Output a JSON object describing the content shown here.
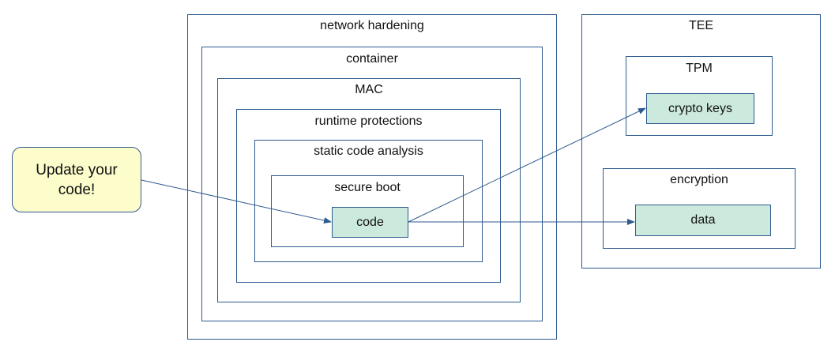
{
  "colors": {
    "border": "#2e5b8f",
    "leaf_fill": "#cbe9dc",
    "note_fill": "#fdfccb",
    "arrow": "#2e5b8f"
  },
  "note": {
    "text": "Update your code!"
  },
  "layers": {
    "network_hardening": "network hardening",
    "container": "container",
    "mac": "MAC",
    "runtime_protections": "runtime protections",
    "static_code_analysis": "static code analysis",
    "secure_boot": "secure boot",
    "code": "code"
  },
  "tee": {
    "title": "TEE",
    "tpm": {
      "title": "TPM",
      "crypto_keys": "crypto keys"
    },
    "encryption": {
      "title": "encryption",
      "data": "data"
    }
  }
}
